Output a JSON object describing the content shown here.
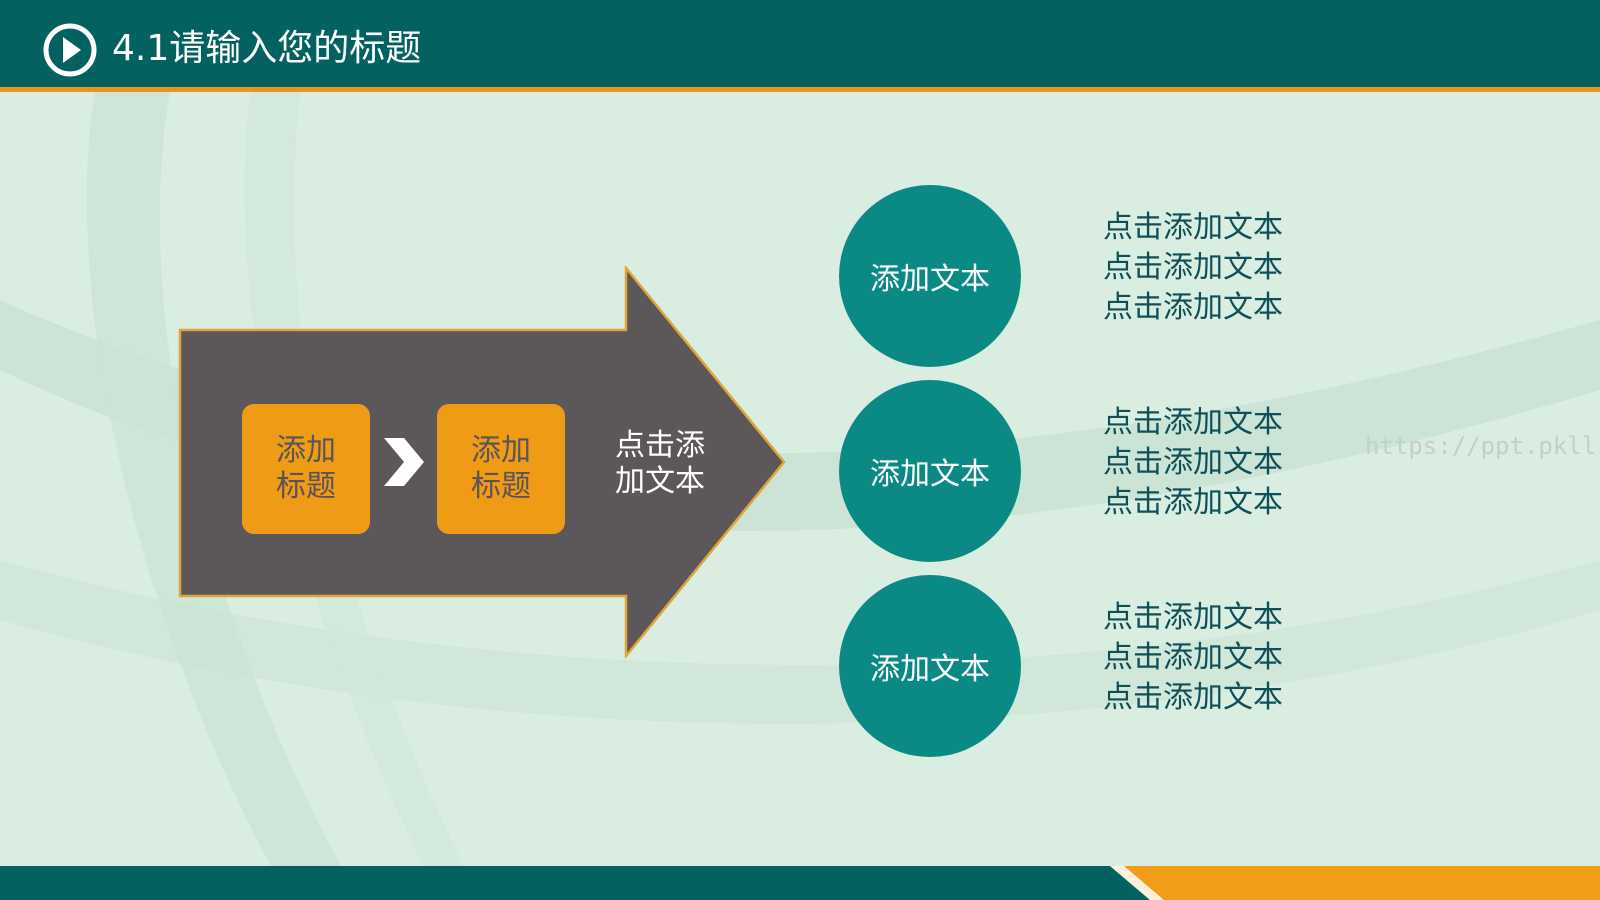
{
  "header": {
    "title": "4.1请输入您的标题",
    "icon": "play-circle-icon",
    "background_color": "#03625f",
    "rule_color": "#e8951d"
  },
  "flow": {
    "step_1": "添加标题",
    "step_2": "添加标题",
    "separator_icon": "chevron-right-icon",
    "arrow_text": "点击添加文本",
    "arrow_color": "#5c5759",
    "box_color": "#f09b16"
  },
  "items": [
    {
      "circle_label": "添加文本",
      "lines": [
        "点击添加文本",
        "点击添加文本",
        "点击添加文本"
      ]
    },
    {
      "circle_label": "添加文本",
      "lines": [
        "点击添加文本",
        "点击添加文本",
        "点击添加文本"
      ]
    },
    {
      "circle_label": "添加文本",
      "lines": [
        "点击添加文本",
        "点击添加文本",
        "点击添加文本"
      ]
    }
  ],
  "circle_color": "#0b8a85",
  "watermark": "https://ppt.pkll.de",
  "footer": {
    "teal": "#03625f",
    "accent": "#f29d17"
  }
}
